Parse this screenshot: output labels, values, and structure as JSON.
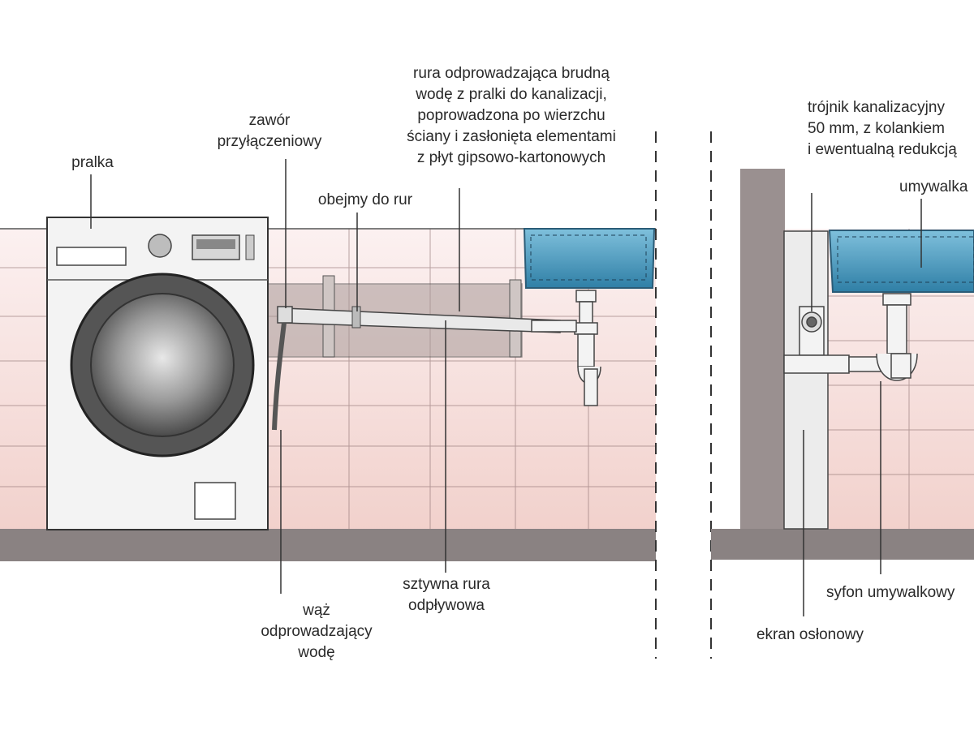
{
  "labels": {
    "pralka": "pralka",
    "zawor": [
      "zawór",
      "przyłączeniowy"
    ],
    "rura": [
      "rura odprowadzająca brudną",
      "wodę z pralki do kanalizacji,",
      "poprowadzona po wierzchu",
      "ściany i zasłonięta elementami",
      "z płyt gipsowo-kartonowych"
    ],
    "obejmy": "obejmy do rur",
    "sztywna": [
      "sztywna rura",
      "odpływowa"
    ],
    "waz": [
      "wąż",
      "odprowadzający",
      "wodę"
    ],
    "trojnik": [
      "trójnik kanalizacyjny",
      "50 mm, z kolankiem",
      "i ewentualną redukcją"
    ],
    "umywalka": "umywalka",
    "syfon": "syfon umywalkowy",
    "ekran": "ekran osłonowy"
  },
  "colors": {
    "tile_pink": "#f4d9d6",
    "floor": "#8a8282",
    "wall_grey": "#9a9090",
    "sink_blue": "#3f8fb5",
    "machine_body": "#f2f2f2",
    "line": "#3a3a3a"
  }
}
